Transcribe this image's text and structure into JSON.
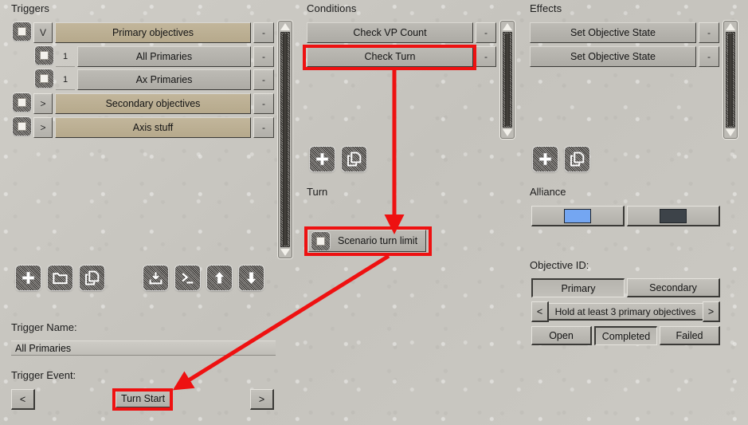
{
  "panels": {
    "triggers": {
      "title": "Triggers",
      "rows": [
        {
          "toggle": "V",
          "num": "",
          "name": "Primary objectives",
          "minus": "-",
          "type": "group",
          "indent": 0
        },
        {
          "toggle": "",
          "num": "1",
          "name": "All Primaries",
          "minus": "-",
          "type": "item",
          "indent": 1
        },
        {
          "toggle": "",
          "num": "1",
          "name": "Ax Primaries",
          "minus": "-",
          "type": "item",
          "indent": 1
        },
        {
          "toggle": ">",
          "num": "",
          "name": "Secondary objectives",
          "minus": "-",
          "type": "group",
          "indent": 0
        },
        {
          "toggle": ">",
          "num": "",
          "name": "Axis stuff",
          "minus": "-",
          "type": "group",
          "indent": 0
        }
      ]
    },
    "conditions": {
      "title": "Conditions",
      "rows": [
        {
          "name": "Check VP Count",
          "minus": "-"
        },
        {
          "name": "Check Turn",
          "minus": "-"
        }
      ],
      "section_label": "Turn",
      "param_row": {
        "name": "Scenario turn limit"
      }
    },
    "effects": {
      "title": "Effects",
      "rows": [
        {
          "name": "Set Objective State",
          "minus": "-"
        },
        {
          "name": "Set Objective State",
          "minus": "-"
        }
      ],
      "alliance_label": "Alliance",
      "alliance_colors": [
        "#74a6f2",
        "#3d4349"
      ],
      "objective_id_label": "Objective ID:",
      "objective_tabs": [
        {
          "label": "Primary",
          "state": "sunk"
        },
        {
          "label": "Secondary",
          "state": "raised"
        }
      ],
      "objective_selector": {
        "prev": "<",
        "value": "Hold at least 3 primary objectives",
        "next": ">"
      },
      "state_buttons": [
        {
          "label": "Open",
          "state": "raised"
        },
        {
          "label": "Completed",
          "state": "sunk"
        },
        {
          "label": "Failed",
          "state": "raised"
        }
      ]
    }
  },
  "toolbars": {
    "trigger_left": [
      "plus-icon",
      "folder-icon",
      "copy-icon"
    ],
    "trigger_right": [
      "import-icon",
      "console-icon",
      "move-up-icon",
      "move-down-icon"
    ],
    "condition": [
      "plus-icon",
      "copy-icon"
    ],
    "effect": [
      "plus-icon",
      "copy-icon"
    ]
  },
  "form": {
    "trigger_name_label": "Trigger Name:",
    "trigger_name_value": "All Primaries",
    "trigger_event_label": "Trigger Event:",
    "trigger_event_prev": "<",
    "trigger_event_value": "Turn Start",
    "trigger_event_next": ">"
  },
  "annotations": {
    "highlight_color": "#ee1111",
    "boxes": [
      {
        "name": "check-turn-highlight"
      },
      {
        "name": "scenario-turn-limit-highlight"
      },
      {
        "name": "turn-start-highlight"
      }
    ],
    "arrows": [
      {
        "name": "check-turn-to-scenario-turn-limit-arrow"
      },
      {
        "name": "scenario-turn-limit-to-turn-start-arrow"
      }
    ]
  }
}
